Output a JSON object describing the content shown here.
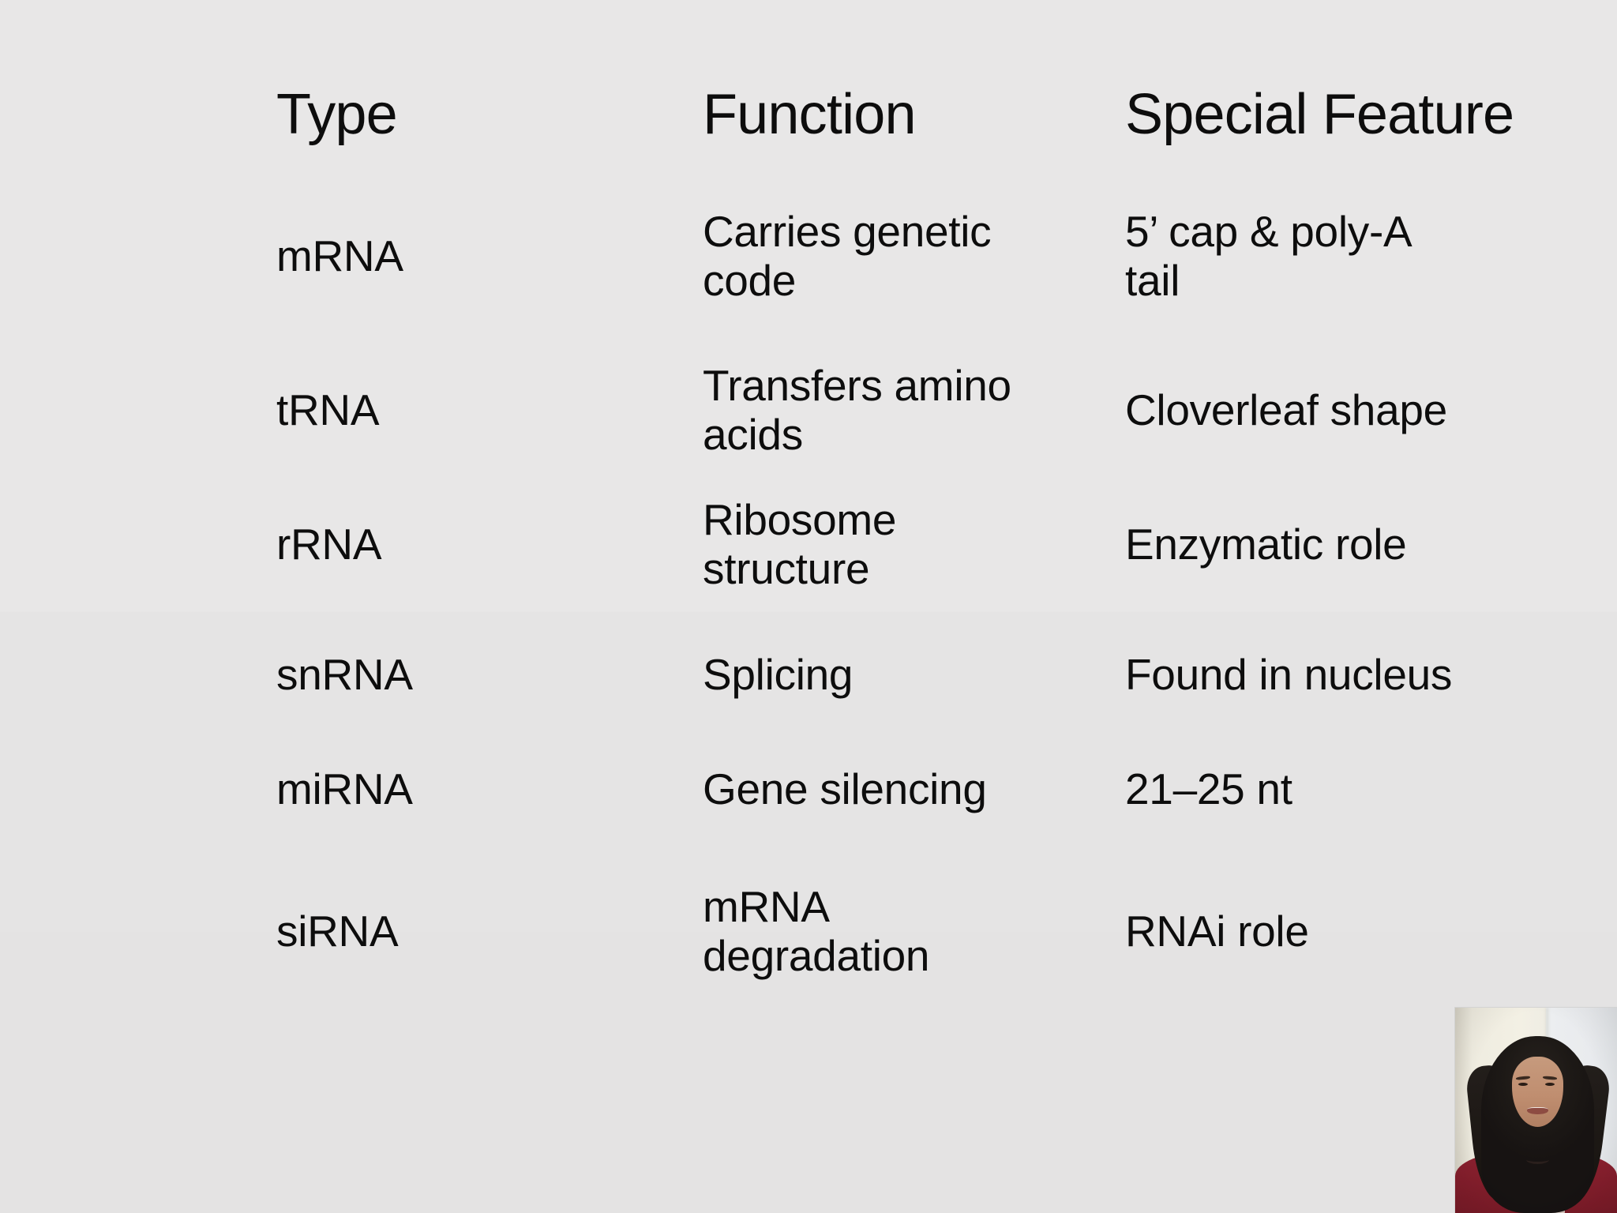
{
  "slide": {
    "background_color": "#e7e6e6",
    "text_color": "#0d0d0d"
  },
  "table": {
    "headers": {
      "type": "Type",
      "function": "Function",
      "feature": "Special Feature"
    },
    "rows": [
      {
        "type": "mRNA",
        "function": "Carries genetic\ncode",
        "feature": "5’ cap & poly-A\ntail"
      },
      {
        "type": "tRNA",
        "function": "Transfers amino\nacids",
        "feature": "Cloverleaf shape"
      },
      {
        "type": "rRNA",
        "function": "Ribosome\nstructure",
        "feature": "Enzymatic role"
      },
      {
        "type": "snRNA",
        "function": "Splicing",
        "feature": "Found in nucleus"
      },
      {
        "type": "miRNA",
        "function": "Gene silencing",
        "feature": "21–25 nt"
      },
      {
        "type": "siRNA",
        "function": "mRNA\ndegradation",
        "feature": "RNAi role"
      }
    ]
  },
  "webcam": {
    "label": "presenter-video-thumbnail",
    "description": "Presenter webcam overlay: smiling woman with long dark wavy hair wearing a maroon top, light wall background"
  }
}
